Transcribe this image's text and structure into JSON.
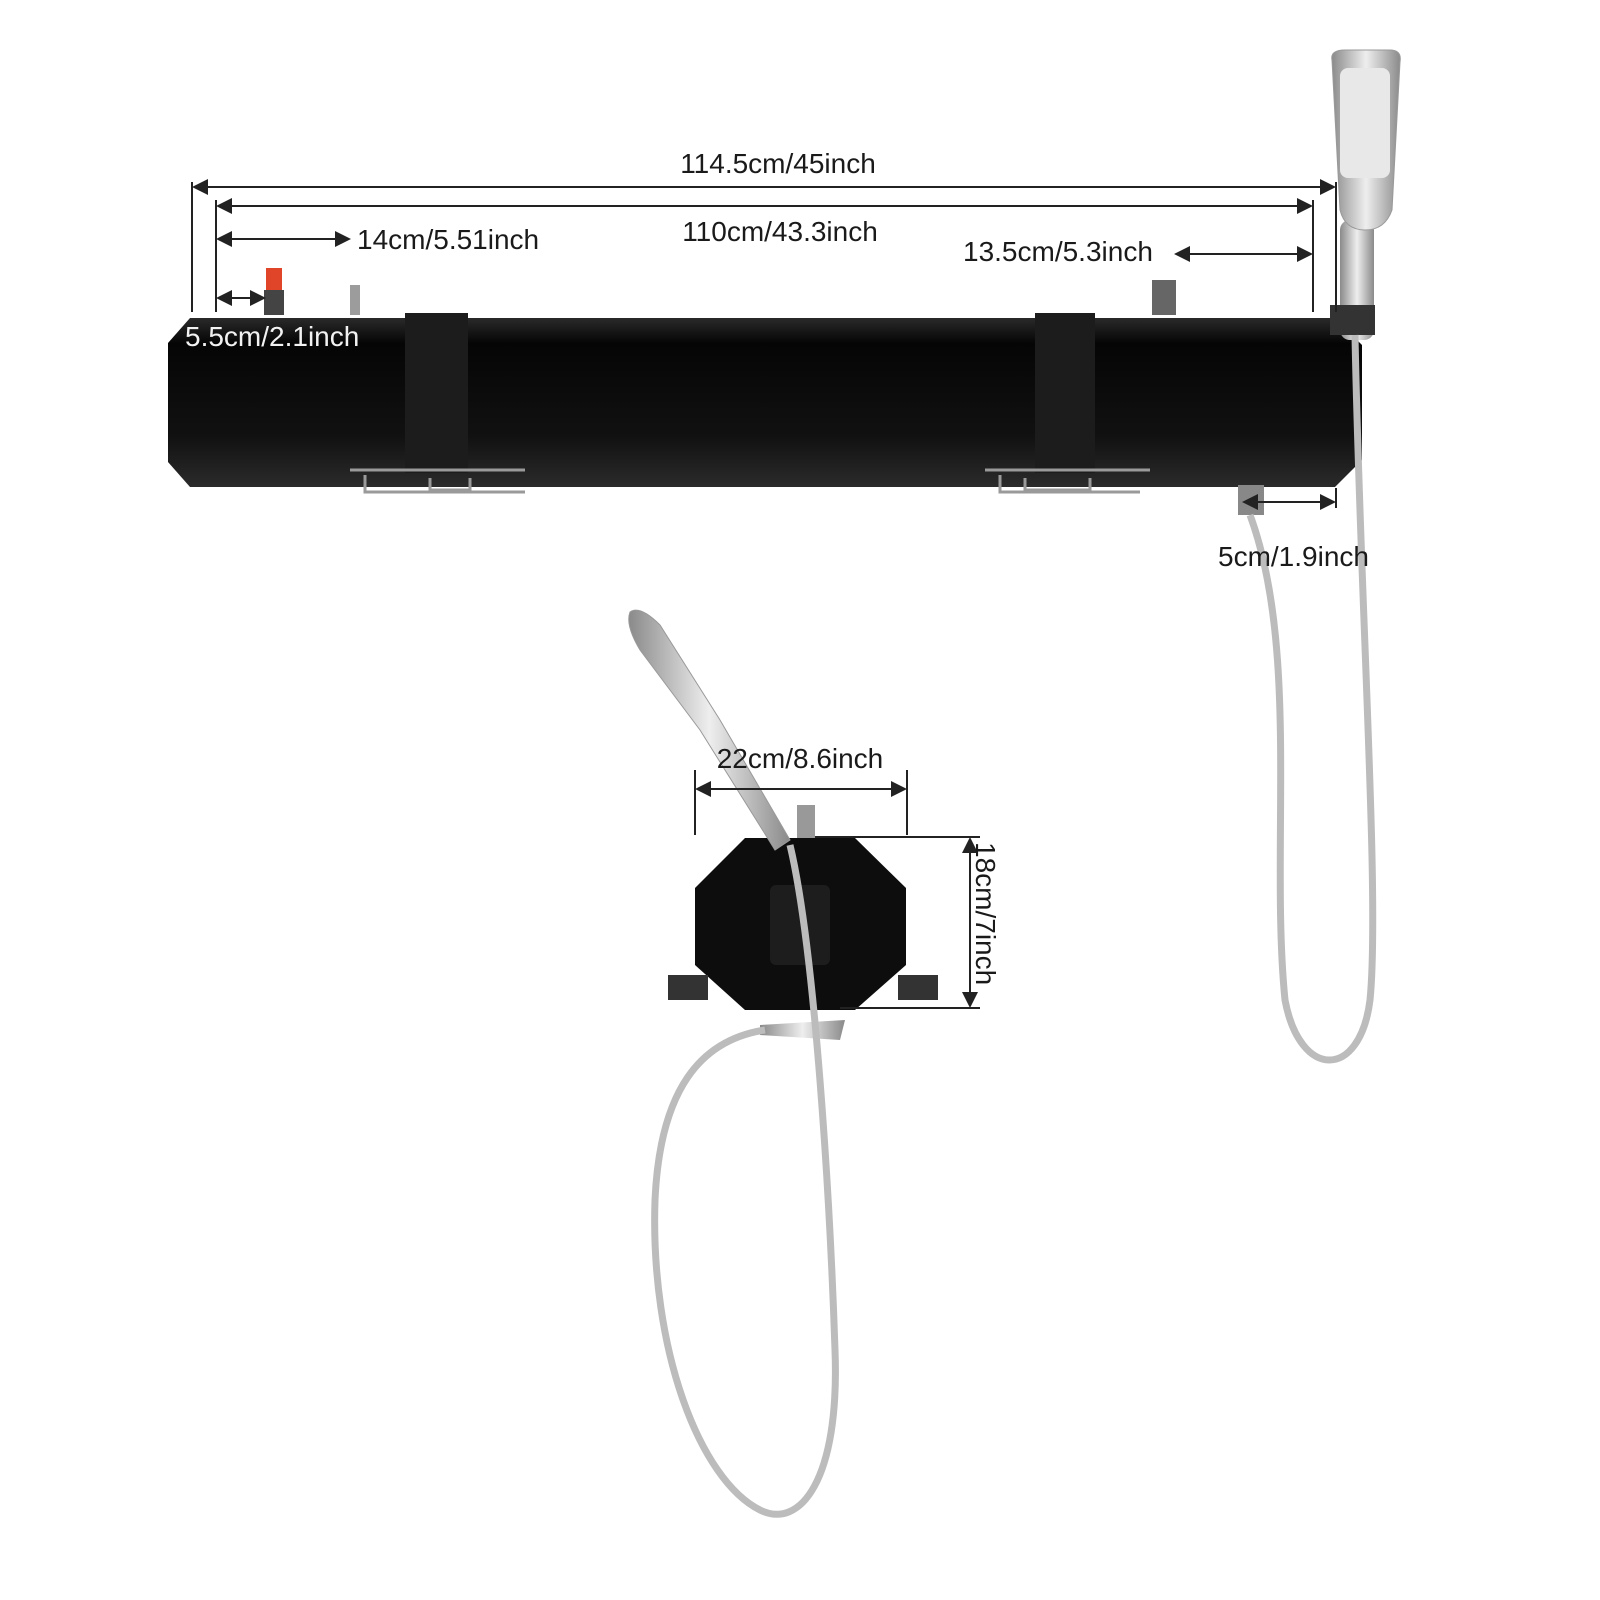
{
  "dimensions": {
    "overall_length": "114.5cm/45inch",
    "tank_length": "110cm/43.3inch",
    "inlet_offset": "14cm/5.51inch",
    "valve_offset": "5.5cm/2.1inch",
    "outlet_offset": "13.5cm/5.3inch",
    "bottom_outlet_offset": "5cm/1.9inch",
    "width": "22cm/8.6inch",
    "height": "18cm/7inch"
  },
  "colors": {
    "tank": "#0d0d0d",
    "chrome": "#b8b8b8",
    "valve_red": "#e0452a"
  }
}
